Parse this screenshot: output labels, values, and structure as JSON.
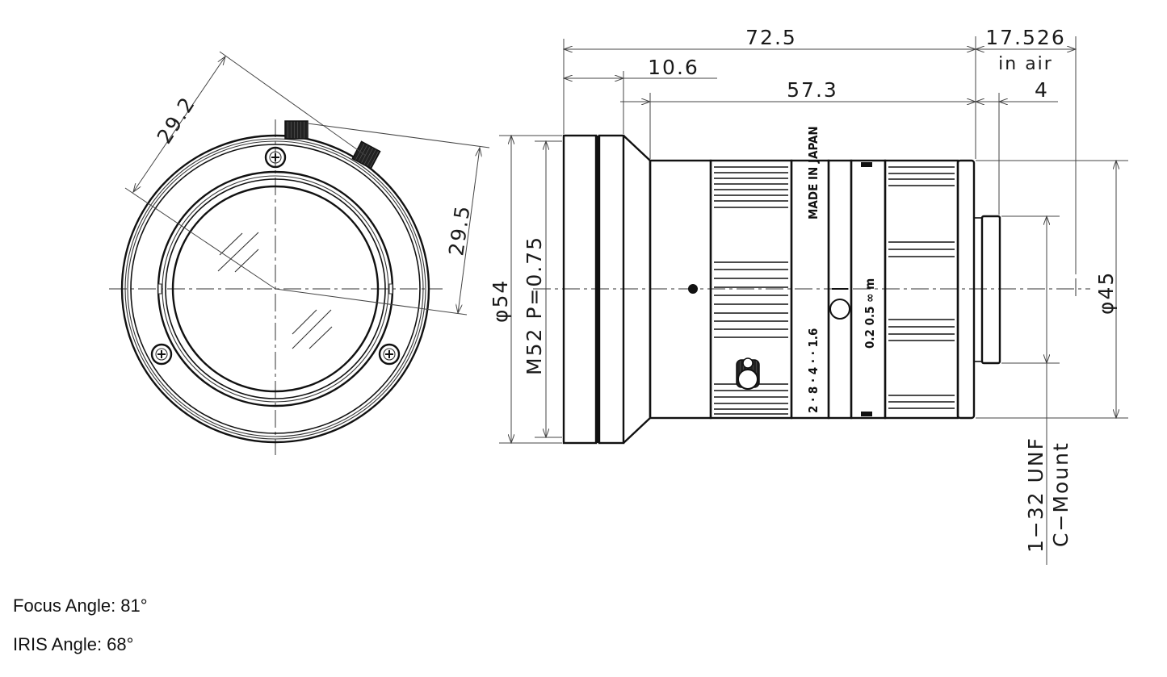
{
  "drawing": {
    "front_view": {
      "dimensions": {
        "focus_lever_radius": "29.2",
        "iris_lever_radius": "29.5"
      }
    },
    "side_view": {
      "dimensions": {
        "overall_length": "72.5",
        "flange_back": "17.526",
        "flange_back_note": "in air",
        "front_ring_length": "10.6",
        "body_length": "57.3",
        "mount_length": "4",
        "front_diameter": "φ54",
        "filter_thread": "M52 P=0.75",
        "rear_diameter": "φ45",
        "mount_thread": "1−32 UNF",
        "mount_type": "C−Mount"
      },
      "barrel_markings": {
        "made_in": "MADE IN JAPAN",
        "iris_scale": "2 · 8 · 4 · · 1.6",
        "focus_scale": "0.2 0.5 ∞ m"
      }
    }
  },
  "captions": {
    "focus_angle": "Focus Angle: 81°",
    "iris_angle": "IRIS Angle: 68°"
  }
}
